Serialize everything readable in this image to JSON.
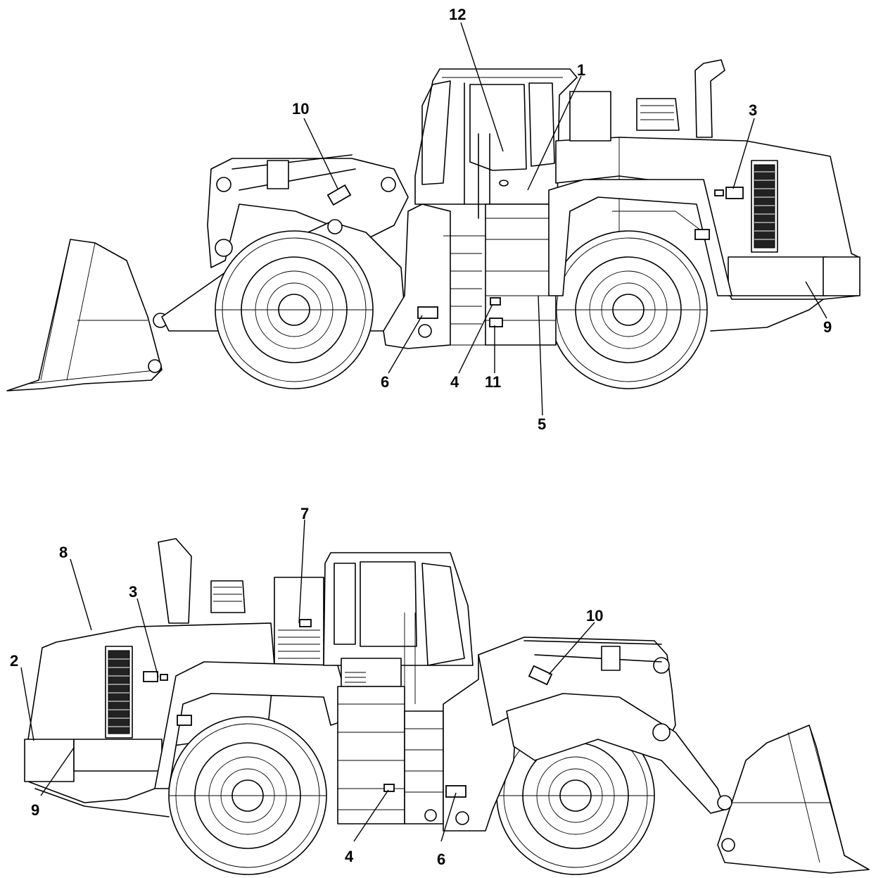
{
  "diagram": {
    "top_view": {
      "callouts": [
        {
          "id": "c12",
          "label": "12"
        },
        {
          "id": "c1",
          "label": "1"
        },
        {
          "id": "c10",
          "label": "10"
        },
        {
          "id": "c3",
          "label": "3"
        },
        {
          "id": "c9",
          "label": "9"
        },
        {
          "id": "c6",
          "label": "6"
        },
        {
          "id": "c4",
          "label": "4"
        },
        {
          "id": "c11",
          "label": "11"
        },
        {
          "id": "c5",
          "label": "5"
        }
      ]
    },
    "bottom_view": {
      "callouts": [
        {
          "id": "c7",
          "label": "7"
        },
        {
          "id": "c8",
          "label": "8"
        },
        {
          "id": "c3",
          "label": "3"
        },
        {
          "id": "c10",
          "label": "10"
        },
        {
          "id": "c2",
          "label": "2"
        },
        {
          "id": "c9",
          "label": "9"
        },
        {
          "id": "c4",
          "label": "4"
        },
        {
          "id": "c6",
          "label": "6"
        }
      ]
    }
  }
}
